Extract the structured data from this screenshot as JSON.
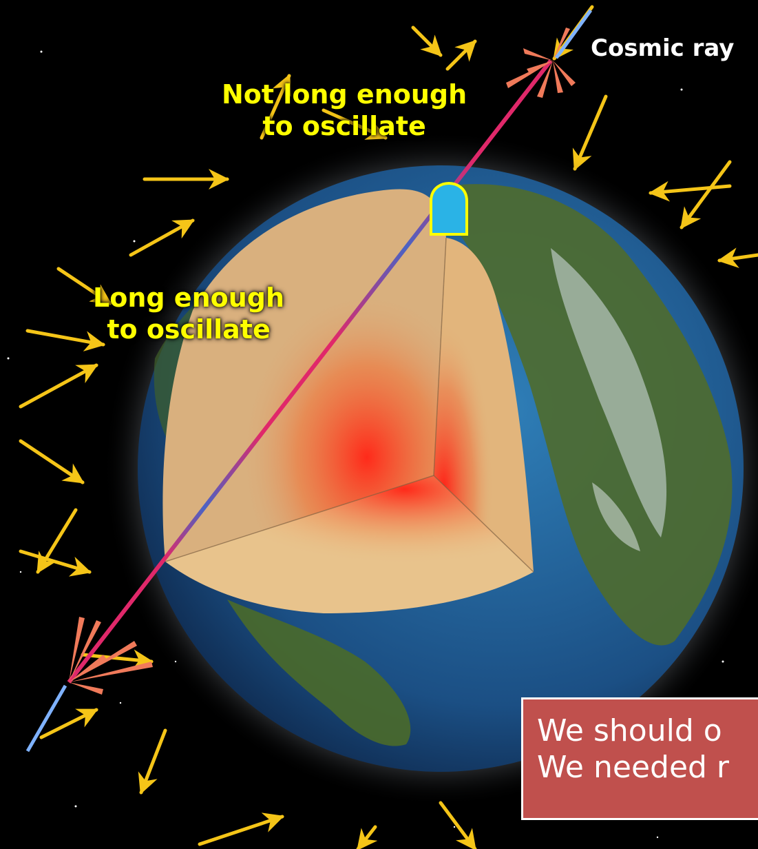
{
  "labels": {
    "cosmic_ray": "Cosmic ray",
    "not_long_line1": "Not long enough",
    "not_long_line2": "to oscillate",
    "long_line1": "Long enough",
    "long_line2": "to oscillate"
  },
  "callout": {
    "line1": "We should o",
    "line2": "We needed r"
  },
  "colors": {
    "background": "#000000",
    "label_yellow": "#ffff00",
    "callout_fill": "#c0504d",
    "neutrino_arrow": "#f5c518",
    "track_red": "#e0286a",
    "track_blue": "#4a63c4",
    "detector": "#2ab3e6"
  },
  "icons": [
    "earth-cutaway",
    "detector-icon",
    "neutrino-track",
    "cosmic-ray-shower"
  ]
}
